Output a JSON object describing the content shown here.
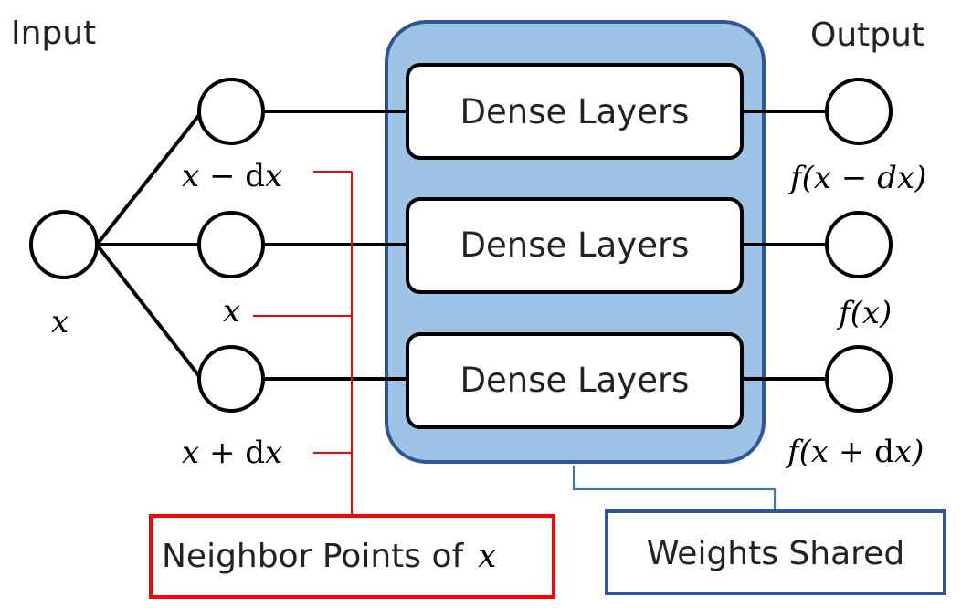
{
  "labels": {
    "input": "Input",
    "output": "Output",
    "input_var": "x",
    "dense_layer": "Dense Layers",
    "neighbor_points": "Neighbor Points of",
    "neighbor_var": "x",
    "weights_shared": "Weights Shared"
  },
  "neighbors": {
    "top": {
      "var": "x",
      "op": " − ",
      "d": "d",
      "dx": "x"
    },
    "mid": {
      "var": "x"
    },
    "bot": {
      "var": "x",
      "op": " + ",
      "d": "d",
      "dx": "x"
    }
  },
  "outputs": {
    "top": "f(x − dx)",
    "mid": "f(x)",
    "bot_pre": "f(x + ",
    "bot_d": "d",
    "bot_post": "x)"
  },
  "colors": {
    "shared_fill": "#9dc3e6",
    "shared_stroke": "#2f5597",
    "neighbor_box": "#ff0000",
    "neighbor_line": "#ff0000",
    "weights_box": "#2f5597",
    "weights_line": "#2e75b6",
    "stroke": "#000000"
  }
}
